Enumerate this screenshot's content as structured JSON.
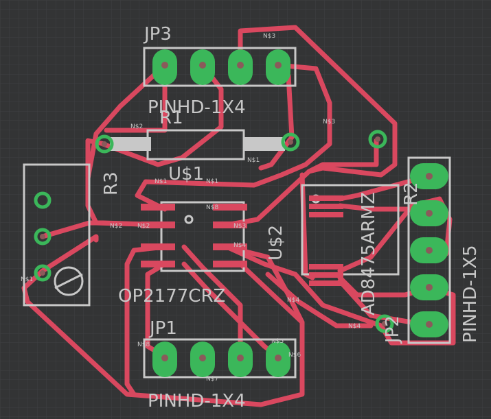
{
  "colors": {
    "background": "#333435",
    "grid": "#3f4042",
    "trace": "#d9485f",
    "pad": "#3bb75a",
    "silkscreen": "#c8c8c8"
  },
  "labels": {
    "jp3": "JP3",
    "jp3_pkg": "PINHD-1X4",
    "jp1": "JP1",
    "jp1_pkg": "PINHD-1X4",
    "r1": "R1",
    "r3": "R3",
    "u1": "U$1",
    "u1_part": "OP2177CRZ",
    "u2": "U$2",
    "u2_part": "AD8475ARMZ",
    "jp2": "JP2",
    "jp2_pkg": "PINHD-1X5",
    "r2": "R2"
  },
  "nets": [
    "N$1",
    "N$2",
    "N$3",
    "N$4",
    "N$5",
    "N$6",
    "N$7",
    "N$8"
  ]
}
